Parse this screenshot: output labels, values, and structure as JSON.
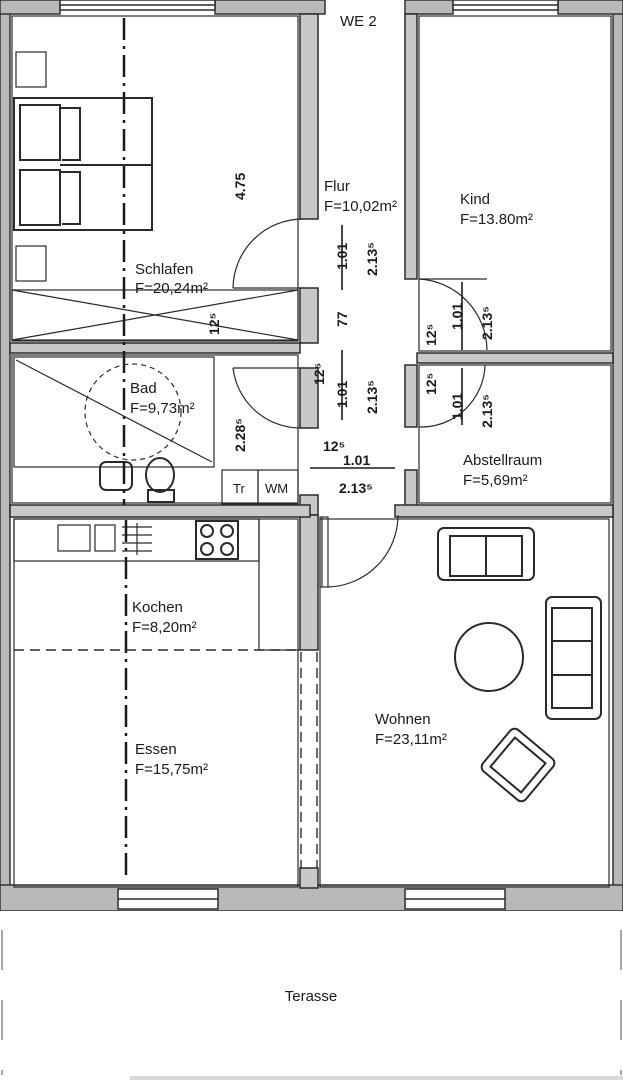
{
  "unit": {
    "label": "WE 2"
  },
  "rooms": [
    {
      "id": "schlafen",
      "name": "Schlafen",
      "area": "F=20,24m²"
    },
    {
      "id": "bad",
      "name": "Bad",
      "area": "F=9,73m²"
    },
    {
      "id": "flur",
      "name": "Flur",
      "area": "F=10,02m²"
    },
    {
      "id": "kind",
      "name": "Kind",
      "area": "F=13.80m²"
    },
    {
      "id": "abstellraum",
      "name": "Abstellraum",
      "area": "F=5,69m²"
    },
    {
      "id": "kochen",
      "name": "Kochen",
      "area": "F=8,20m²"
    },
    {
      "id": "essen",
      "name": "Essen",
      "area": "F=15,75m²"
    },
    {
      "id": "wohnen",
      "name": "Wohnen",
      "area": "F=23,11m²"
    }
  ],
  "outdoor": {
    "terasse": "Terasse"
  },
  "fixtures": {
    "tr": "Tr",
    "wm": "WM"
  },
  "dimensions": {
    "schlafen_length": "4.75",
    "flur_door_width_1": "1.01",
    "flur_door_height_1": "2.13⁵",
    "flur_mid": "77",
    "flur_wall_1": "12⁵",
    "flur_wall_2": "12⁵",
    "flur_door_width_2": "1.01",
    "flur_door_height_2": "2.13⁵",
    "bad_height": "2.28⁵",
    "entry_wall": "12⁵",
    "entry_width": "1.01",
    "entry_height": "2.13⁵",
    "kind_wall": "12⁵",
    "kind_door_width": "1.01",
    "kind_door_height": "2.13⁵",
    "abst_wall": "12⁵",
    "abst_door_width": "1.01",
    "abst_door_height": "2.13⁵"
  }
}
